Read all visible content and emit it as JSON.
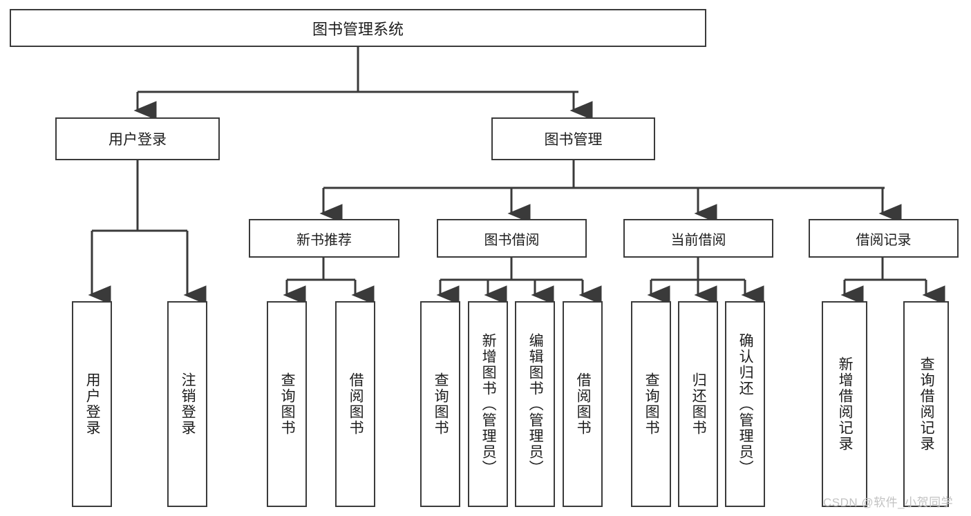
{
  "diagram": {
    "title": "图书管理系统",
    "type": "hierarchy-tree",
    "colors": {
      "box_border": "#3a3a3a",
      "box_fill": "#ffffff",
      "connector": "#3a3a3a",
      "text": "#1d1d1d",
      "watermark": "#c2c2c2"
    },
    "root": {
      "label": "图书管理系统"
    },
    "level1": [
      {
        "id": "user-login",
        "label": "用户登录"
      },
      {
        "id": "book-management",
        "label": "图书管理"
      }
    ],
    "level2": [
      {
        "id": "new-book-recommend",
        "label": "新书推荐"
      },
      {
        "id": "book-borrow",
        "label": "图书借阅"
      },
      {
        "id": "current-borrow",
        "label": "当前借阅"
      },
      {
        "id": "borrow-record",
        "label": "借阅记录"
      }
    ],
    "leaves": {
      "user_login": [
        {
          "id": "leaf-user-login",
          "label": "用户登录"
        },
        {
          "id": "leaf-logout-login",
          "label": "注销登录"
        }
      ],
      "new_book_recommend": [
        {
          "id": "leaf-query-book-1",
          "label": "查询图书"
        },
        {
          "id": "leaf-borrow-book-1",
          "label": "借阅图书"
        }
      ],
      "book_borrow": [
        {
          "id": "leaf-query-book-2",
          "label": "查询图书"
        },
        {
          "id": "leaf-add-book",
          "label": "新增图书（管理员）"
        },
        {
          "id": "leaf-edit-book",
          "label": "编辑图书（管理员）"
        },
        {
          "id": "leaf-borrow-book-2",
          "label": "借阅图书"
        }
      ],
      "current_borrow": [
        {
          "id": "leaf-query-book-3",
          "label": "查询图书"
        },
        {
          "id": "leaf-return-book",
          "label": "归还图书"
        },
        {
          "id": "leaf-confirm-return",
          "label": "确认归还（管理员）"
        }
      ],
      "borrow_record": [
        {
          "id": "leaf-add-record",
          "label": "新增借阅记录"
        },
        {
          "id": "leaf-query-record",
          "label": "查询借阅记录"
        }
      ]
    },
    "watermark": "CSDN @软件_小贺同学"
  }
}
